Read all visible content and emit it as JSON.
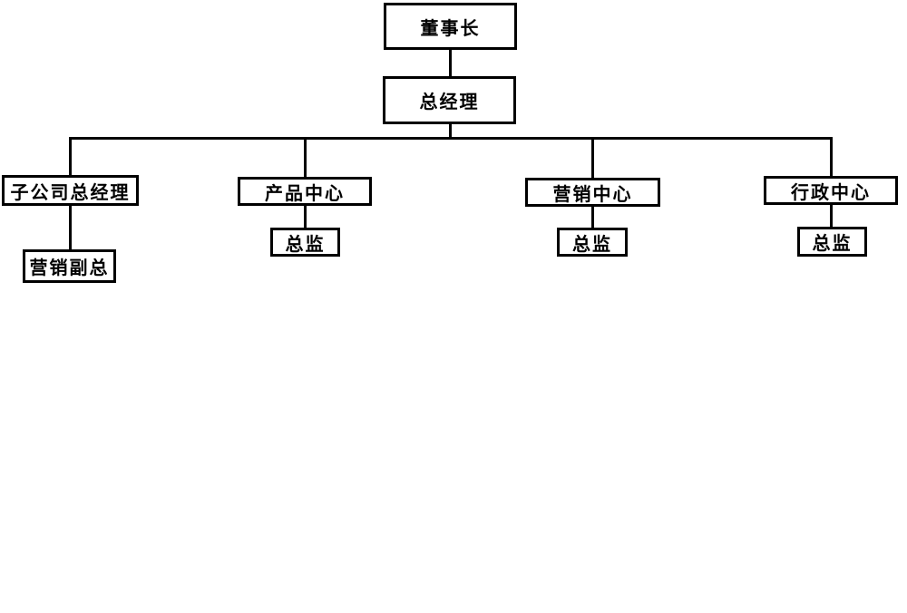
{
  "chart_meta": {
    "type": "org-chart",
    "background_color": "#ffffff",
    "box_fill_color": "#ffffff",
    "box_border_color": "#000000",
    "line_color": "#000000",
    "text_color": "#000000"
  },
  "nodes": {
    "chairman": {
      "label": "董事长"
    },
    "general_manager": {
      "label": "总经理"
    },
    "branch_1": {
      "label": "子公司总经理"
    },
    "branch_1_child": {
      "label": "营销副总"
    },
    "branch_2": {
      "label": "产品中心"
    },
    "branch_2_child": {
      "label": "总监"
    },
    "branch_3": {
      "label": "营销中心"
    },
    "branch_3_child": {
      "label": "总监"
    },
    "branch_4": {
      "label": "行政中心"
    },
    "branch_4_child": {
      "label": "总监"
    }
  },
  "hierarchy": {
    "root": "董事长",
    "children": [
      {
        "name": "总经理",
        "children": [
          {
            "name": "子公司总经理",
            "children": [
              {
                "name": "营销副总"
              }
            ]
          },
          {
            "name": "产品中心",
            "children": [
              {
                "name": "总监"
              }
            ]
          },
          {
            "name": "营销中心",
            "children": [
              {
                "name": "总监"
              }
            ]
          },
          {
            "name": "行政中心",
            "children": [
              {
                "name": "总监"
              }
            ]
          }
        ]
      }
    ]
  }
}
